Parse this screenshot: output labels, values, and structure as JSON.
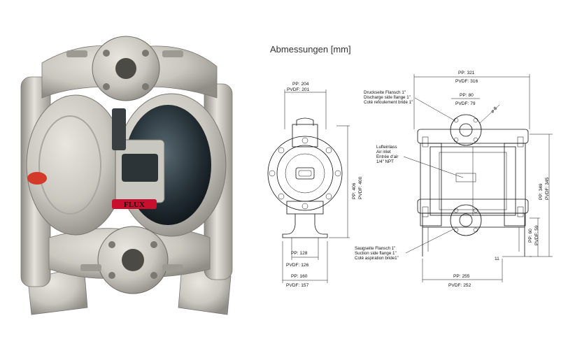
{
  "title": "Abmessungen [mm]",
  "logo_text": "FLUX",
  "front_view": {
    "top_width": {
      "pp": "PP:  204",
      "pvdf": "PVDF:  201"
    },
    "height": {
      "pp": "PP:  406",
      "pvdf": "PVDF:  400"
    },
    "foot_inner": {
      "pp": "PP:  128",
      "pvdf": "PVDF:  126"
    },
    "foot_outer": {
      "pp": "PP:  160",
      "pvdf": "PVDF:  157"
    }
  },
  "side_view": {
    "overall_width": {
      "pp": "PP:  321",
      "pvdf": "PVDF:  316"
    },
    "flange_width": {
      "pp": "PP:  80",
      "pvdf": "PVDF:  79"
    },
    "height": {
      "pp": "PP:  349",
      "pvdf": "PVDF:  345"
    },
    "suction_height": {
      "pp": "PP:  60",
      "pvdf": "PVDF:  59"
    },
    "base_width": {
      "pp": "PP:  255",
      "pvdf": "PVDF:  252"
    },
    "foot_dim": "11",
    "bolt_dim": "⌀ 8"
  },
  "callouts": {
    "discharge": [
      "Druckseite Flansch 1\"",
      "Discharge side flange 1\"",
      "Coté refoulement bride 1\""
    ],
    "air_inlet": [
      "Lufteinlass",
      "Air inlet",
      "Entrée d'air",
      "1/4\" NPT"
    ],
    "suction": [
      "Saugseite Flansch 1\"",
      "Suction side flange 1\"",
      "Coté aspiration bride1\""
    ]
  }
}
